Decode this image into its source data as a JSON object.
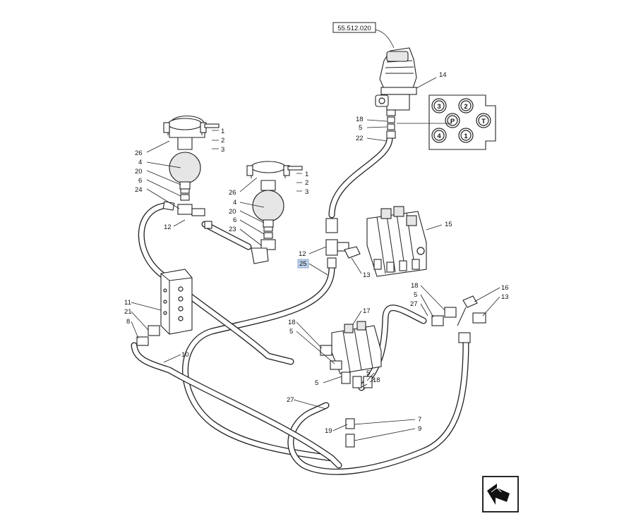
{
  "diagram": {
    "reference_box": "55.512.020",
    "highlight_color": "#bcd3ec",
    "labels": {
      "l14": "14",
      "l18a": "18",
      "l5a": "5",
      "l22": "22",
      "l1a": "1",
      "l2a": "2",
      "l3a": "3",
      "l26a": "26",
      "l4a": "4",
      "l20a": "20",
      "l6a": "6",
      "l24": "24",
      "l12a": "12",
      "l1b": "1",
      "l2b": "2",
      "l3b": "3",
      "l26b": "26",
      "l4b": "4",
      "l20b": "20",
      "l6b": "6",
      "l23": "23",
      "l12b": "12",
      "l25": "25",
      "l13a": "13",
      "l15": "15",
      "l18b": "18",
      "l5b": "5",
      "l27a": "27",
      "l16": "16",
      "l13b": "13",
      "l11": "11",
      "l21": "21",
      "l8": "8",
      "l10": "10",
      "l17": "17",
      "l18c": "18",
      "l5c": "5",
      "l5d": "5",
      "l5e": "5",
      "l18d": "18",
      "l27b": "27",
      "l7": "7",
      "l19": "19",
      "l9": "9"
    },
    "port_labels": [
      "3",
      "2",
      "P",
      "T",
      "4",
      "1"
    ]
  }
}
